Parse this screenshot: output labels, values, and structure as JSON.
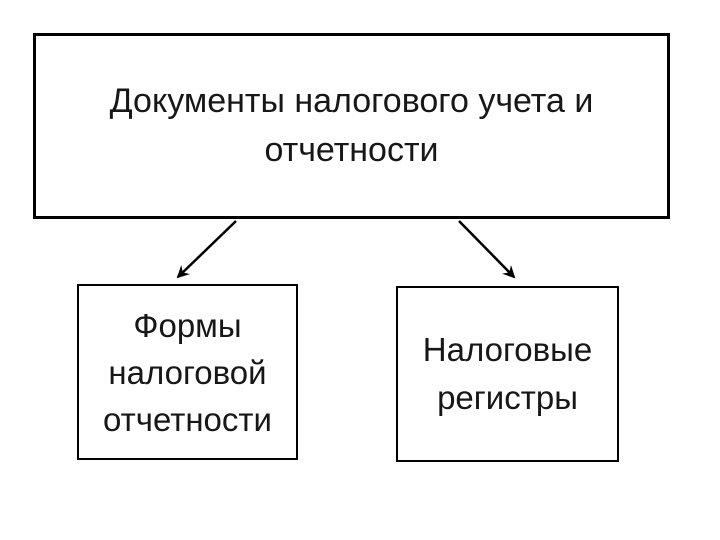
{
  "colors": {
    "background": "#ffffff",
    "border": "#000000",
    "text": "#171717",
    "connector": "#000000"
  },
  "nodes": {
    "root": {
      "lines": [
        "Документы налогового учета и",
        "отчетности"
      ]
    },
    "forms": {
      "lines": [
        "Формы",
        "налоговой",
        "отчетности"
      ]
    },
    "registers": {
      "lines": [
        "Налоговые",
        "регистры"
      ]
    }
  },
  "connectors": [
    {
      "from": "root",
      "to": "forms",
      "direction": "down-left",
      "arrowhead": "end"
    },
    {
      "from": "root",
      "to": "registers",
      "direction": "down-right",
      "arrowhead": "end"
    }
  ]
}
